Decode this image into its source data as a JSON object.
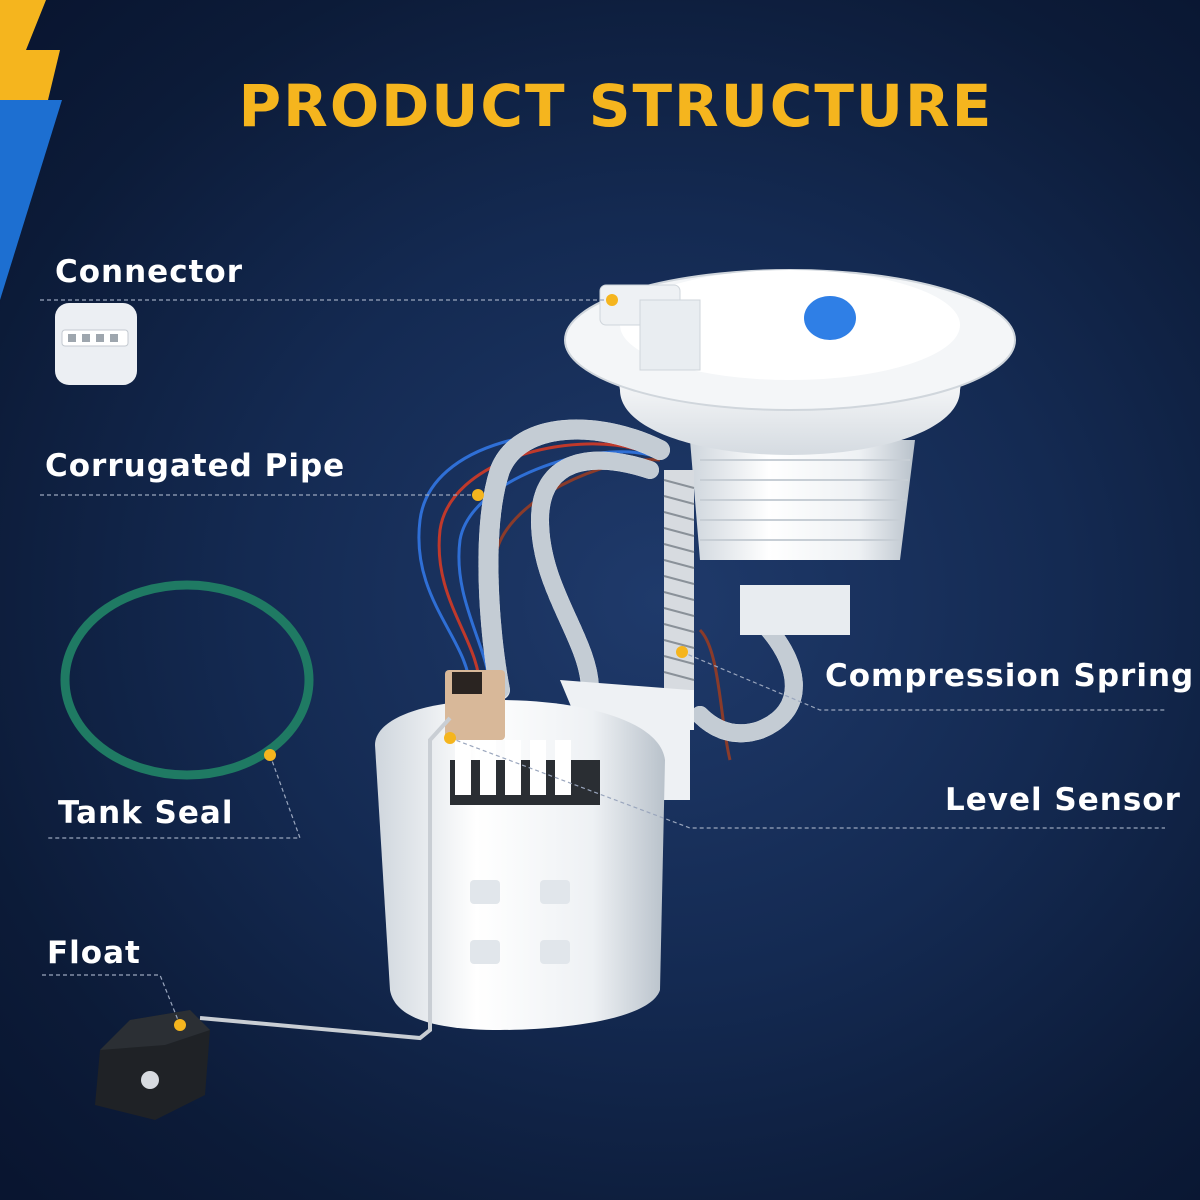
{
  "title": "PRODUCT STRUCTURE",
  "colors": {
    "accent": "#f5b51e",
    "background": "#142a52",
    "label": "#ffffff",
    "leader_line": "#9aa6bd"
  },
  "parts": [
    {
      "id": "connector",
      "label": "Connector"
    },
    {
      "id": "corrugated-pipe",
      "label": "Corrugated Pipe"
    },
    {
      "id": "compression-spring",
      "label": "Compression Spring"
    },
    {
      "id": "tank-seal",
      "label": "Tank Seal"
    },
    {
      "id": "level-sensor",
      "label": "Level Sensor"
    },
    {
      "id": "float",
      "label": "Float"
    }
  ]
}
